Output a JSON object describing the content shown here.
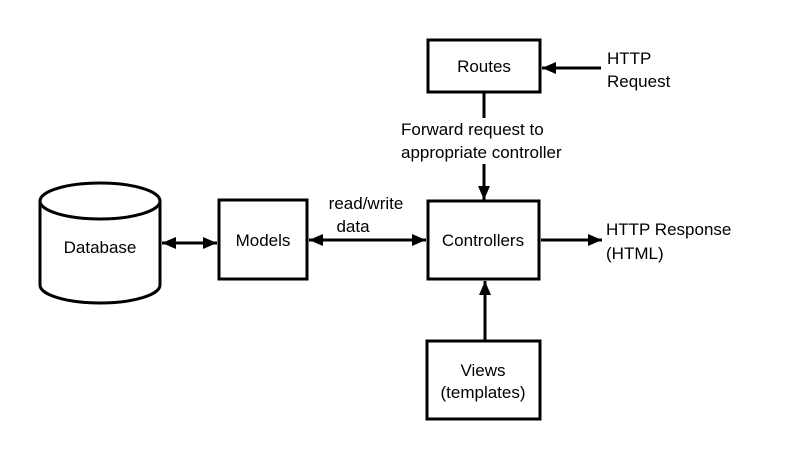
{
  "diagram": {
    "colors": {
      "stroke": "#000000",
      "background": "#ffffff"
    },
    "nodes": {
      "routes": {
        "label": "Routes"
      },
      "models": {
        "label": "Models"
      },
      "controllers": {
        "label": "Controllers"
      },
      "views": {
        "label_line1": "Views",
        "label_line2": "(templates)"
      },
      "database": {
        "label": "Database"
      }
    },
    "annotations": {
      "http_request": {
        "line1": "HTTP",
        "line2": "Request"
      },
      "forward_request": {
        "line1": "Forward request to",
        "line2": "appropriate controller"
      },
      "read_write": {
        "line1": "read/write",
        "line2": "data"
      },
      "http_response": {
        "line1": "HTTP Response",
        "line2": "(HTML)"
      }
    }
  }
}
